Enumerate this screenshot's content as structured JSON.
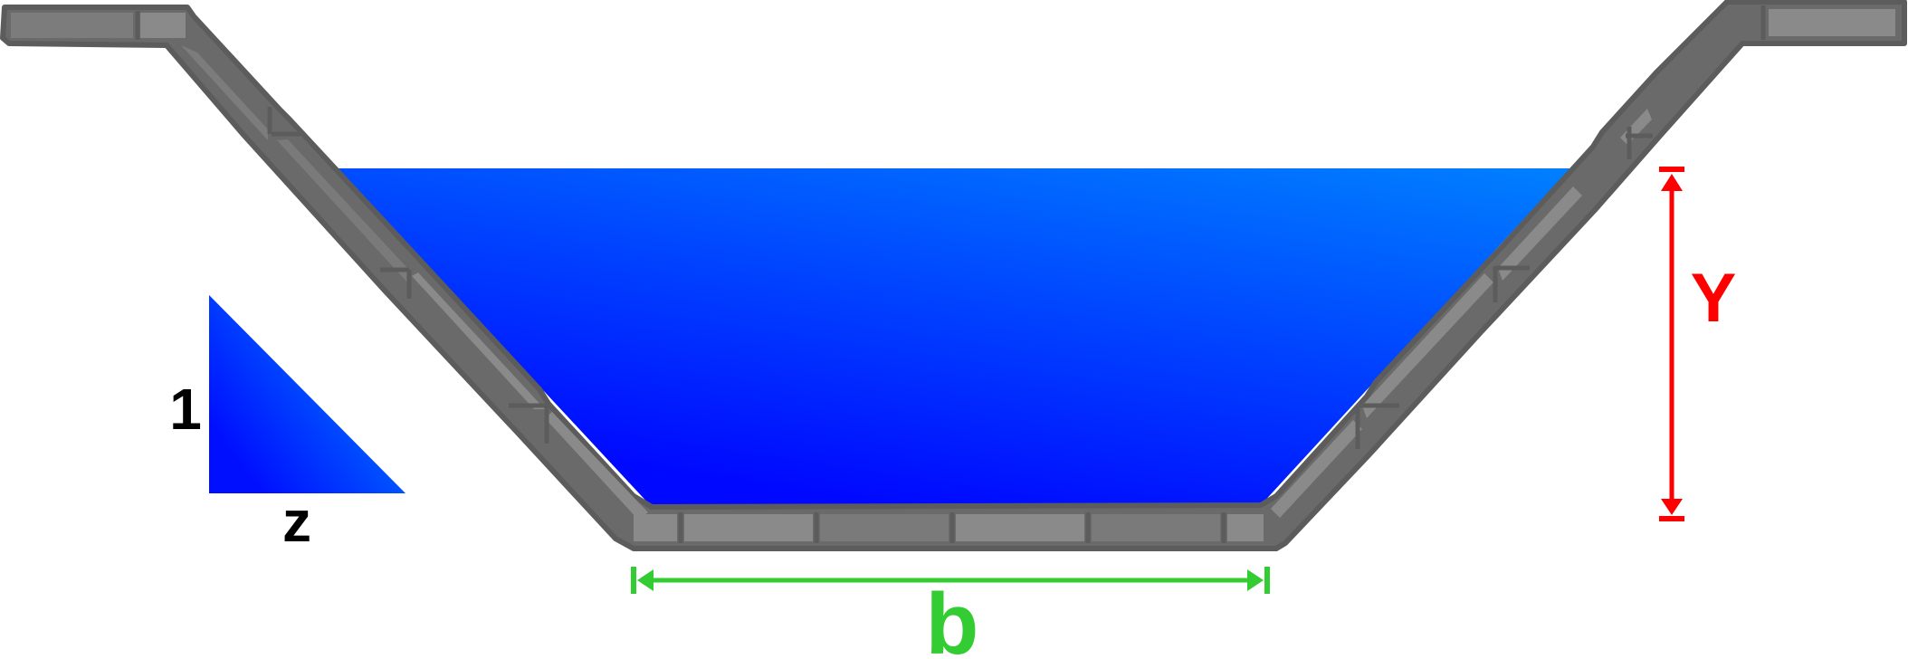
{
  "labels": {
    "slope_vertical": "1",
    "slope_horizontal": "z",
    "depth": "Y",
    "bottom_width": "b"
  },
  "colors": {
    "water_light": "#0080ff",
    "water_dark": "#0008ff",
    "lining_dark": "#676767",
    "lining_light": "#8a8a8a",
    "lining_mid": "#7a7a7a",
    "depth_marker": "#ff0000",
    "width_marker": "#33cc33",
    "slope_text": "#000000"
  }
}
